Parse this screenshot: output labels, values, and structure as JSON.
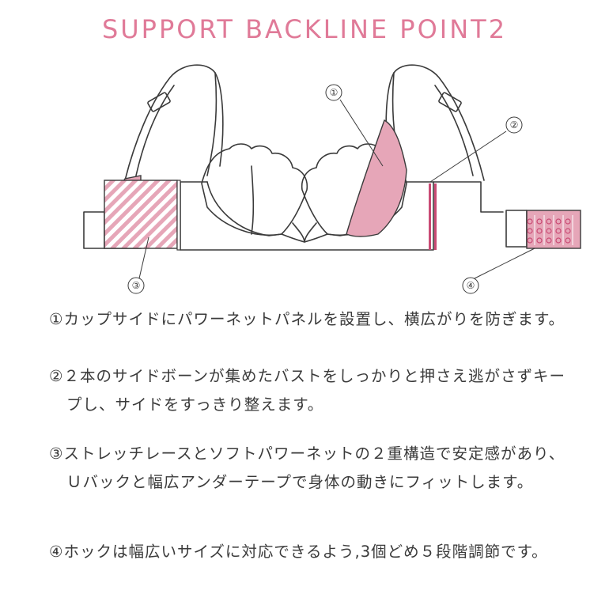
{
  "title": "SUPPORT BACKLINE POINT2",
  "callouts": [
    "①",
    "②",
    "③",
    "④"
  ],
  "notes": [
    "①カップサイドにパワーネットパネルを設置し、横広がりを防ぎます。",
    "②２本のサイドボーンが集めたバストをしっかりと押さえ逃がさずキープし、サイドをすっきり整えます。",
    "③ストレッチレースとソフトパワーネットの２重構造で安定感があり、Ｕバックと幅広アンダーテープで身体の動きにフィットします。",
    "④ホックは幅広いサイズに対応できるよう,3個どめ５段階調節です。"
  ],
  "colors": {
    "accent": "#e07a98",
    "panel_pink": "#e6a6b8",
    "bone_pink": "#c94a74",
    "outline": "#3a3a3a"
  }
}
